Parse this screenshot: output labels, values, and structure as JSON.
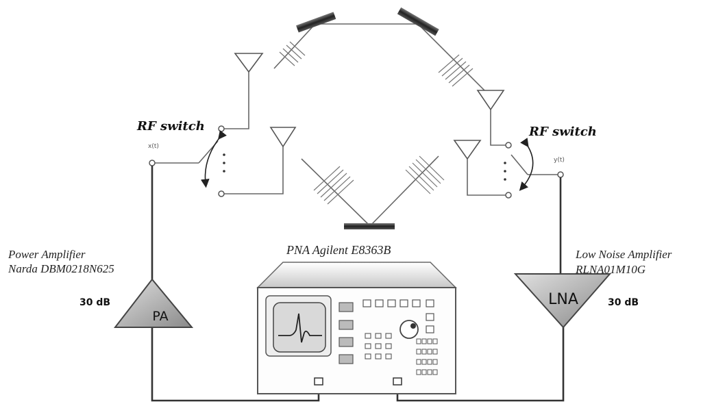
{
  "rf_switch_left": {
    "label": "RF switch",
    "signal": "x(t)"
  },
  "rf_switch_right": {
    "label": "RF switch",
    "signal": "y(t)"
  },
  "power_amplifier": {
    "line1": "Power Amplifier",
    "line2": "Narda DBM0218N625",
    "symbol": "PA",
    "gain": "30 dB"
  },
  "low_noise_amplifier": {
    "line1": "Low Noise Amplifier",
    "line2": "RLNA01M10G",
    "symbol": "LNA",
    "gain": "30 dB"
  },
  "analyzer": {
    "label": "PNA Agilent E8363B"
  }
}
